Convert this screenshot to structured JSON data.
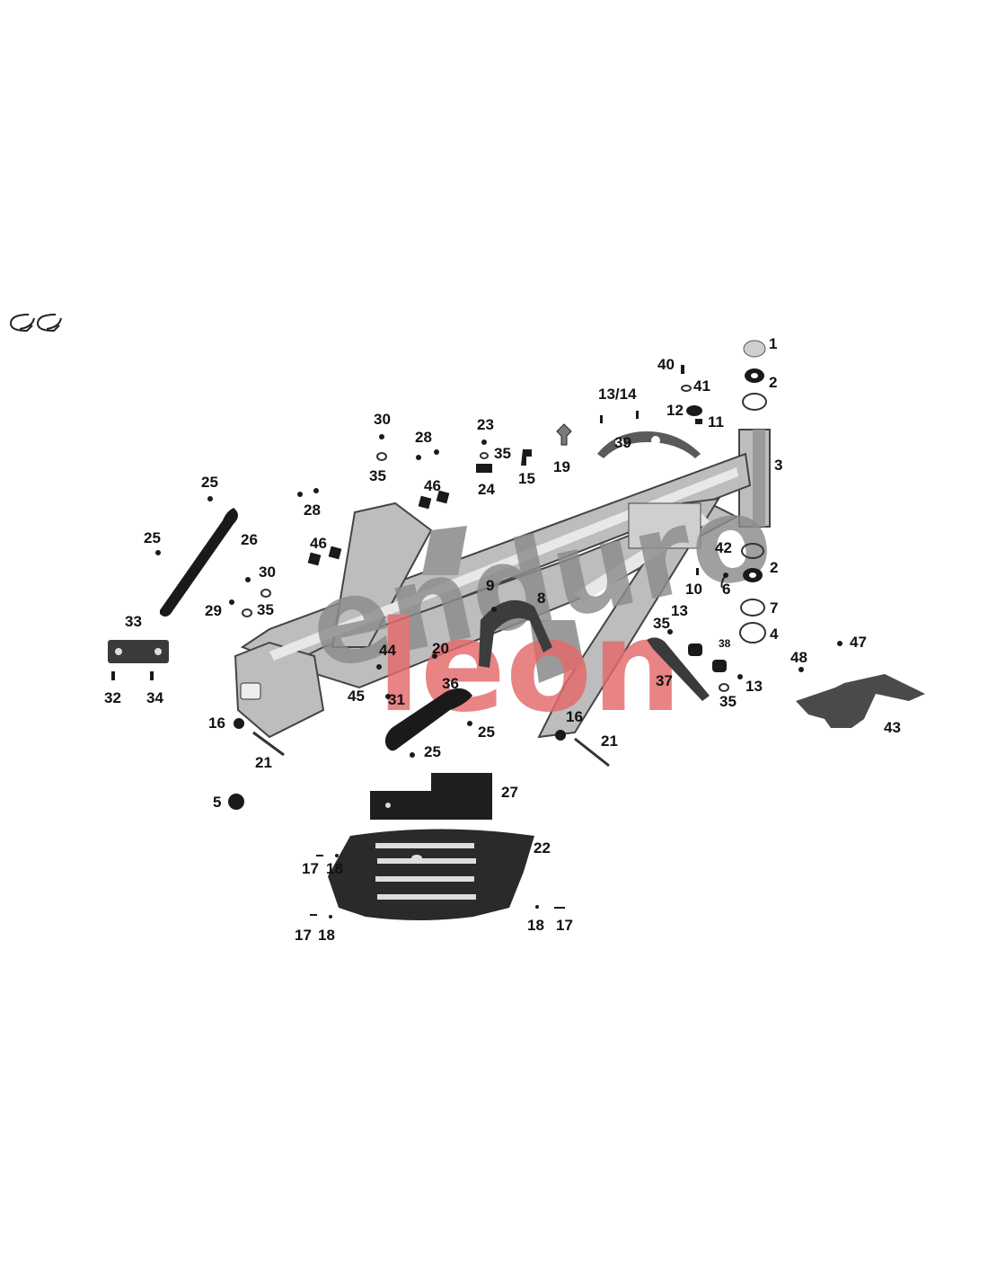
{
  "logo": {
    "text": "GG"
  },
  "watermark": {
    "line1": "enduro",
    "line2": "leon",
    "color_top": "#8c8c8c",
    "color_bottom": "#e46a6a"
  },
  "callouts": [
    {
      "id": "c1",
      "text": "1"
    },
    {
      "id": "c2a",
      "text": "2"
    },
    {
      "id": "c3",
      "text": "3"
    },
    {
      "id": "c40",
      "text": "40"
    },
    {
      "id": "c41",
      "text": "41"
    },
    {
      "id": "c12",
      "text": "12"
    },
    {
      "id": "c11",
      "text": "11"
    },
    {
      "id": "c1314",
      "text": "13/14"
    },
    {
      "id": "c39",
      "text": "39"
    },
    {
      "id": "c19",
      "text": "19"
    },
    {
      "id": "c23",
      "text": "23"
    },
    {
      "id": "c35a",
      "text": "35"
    },
    {
      "id": "c15",
      "text": "15"
    },
    {
      "id": "c24",
      "text": "24"
    },
    {
      "id": "c30a",
      "text": "30"
    },
    {
      "id": "c35b",
      "text": "35"
    },
    {
      "id": "c28a",
      "text": "28"
    },
    {
      "id": "c46a",
      "text": "46"
    },
    {
      "id": "c28b",
      "text": "28"
    },
    {
      "id": "c25a",
      "text": "25"
    },
    {
      "id": "c26",
      "text": "26"
    },
    {
      "id": "c25b",
      "text": "25"
    },
    {
      "id": "c46b",
      "text": "46"
    },
    {
      "id": "c30b",
      "text": "30"
    },
    {
      "id": "c29",
      "text": "29"
    },
    {
      "id": "c35c",
      "text": "35"
    },
    {
      "id": "c33",
      "text": "33"
    },
    {
      "id": "c32",
      "text": "32"
    },
    {
      "id": "c34",
      "text": "34"
    },
    {
      "id": "c9",
      "text": "9"
    },
    {
      "id": "c8",
      "text": "8"
    },
    {
      "id": "c42",
      "text": "42"
    },
    {
      "id": "c2b",
      "text": "2"
    },
    {
      "id": "c10",
      "text": "10"
    },
    {
      "id": "c6",
      "text": "6"
    },
    {
      "id": "c7",
      "text": "7"
    },
    {
      "id": "c4",
      "text": "4"
    },
    {
      "id": "c35d",
      "text": "35"
    },
    {
      "id": "c13a",
      "text": "13"
    },
    {
      "id": "c38",
      "text": "38"
    },
    {
      "id": "c44",
      "text": "44"
    },
    {
      "id": "c20",
      "text": "20"
    },
    {
      "id": "c36",
      "text": "36"
    },
    {
      "id": "c37",
      "text": "37"
    },
    {
      "id": "c13b",
      "text": "13"
    },
    {
      "id": "c35e",
      "text": "35"
    },
    {
      "id": "c47",
      "text": "47"
    },
    {
      "id": "c48",
      "text": "48"
    },
    {
      "id": "c43",
      "text": "43"
    },
    {
      "id": "c45",
      "text": "45"
    },
    {
      "id": "c31",
      "text": "31"
    },
    {
      "id": "c16a",
      "text": "16"
    },
    {
      "id": "c25c",
      "text": "25"
    },
    {
      "id": "c25d",
      "text": "25"
    },
    {
      "id": "c16b",
      "text": "16"
    },
    {
      "id": "c21a",
      "text": "21"
    },
    {
      "id": "c21b",
      "text": "21"
    },
    {
      "id": "c5",
      "text": "5"
    },
    {
      "id": "c27",
      "text": "27"
    },
    {
      "id": "c22",
      "text": "22"
    },
    {
      "id": "c17a",
      "text": "17"
    },
    {
      "id": "c18a",
      "text": "18"
    },
    {
      "id": "c17b",
      "text": "17"
    },
    {
      "id": "c18b",
      "text": "18"
    },
    {
      "id": "c18c",
      "text": "18"
    },
    {
      "id": "c17c",
      "text": "17"
    }
  ]
}
